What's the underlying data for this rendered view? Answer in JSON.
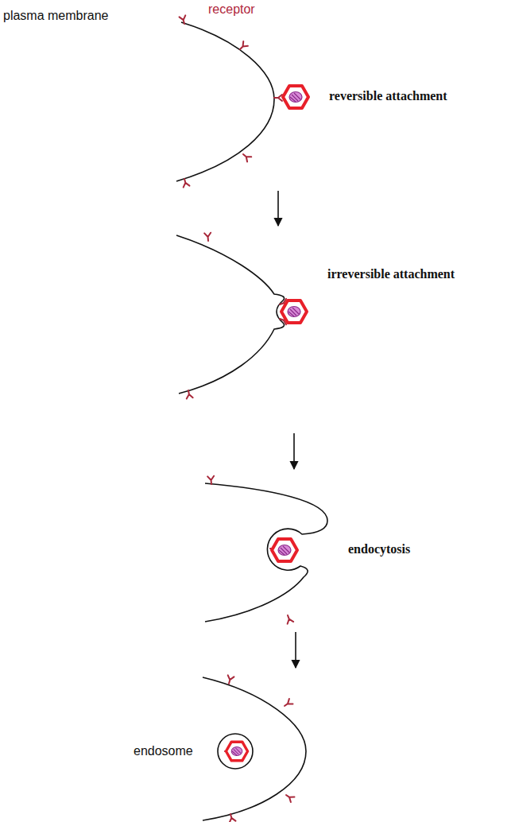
{
  "diagram": {
    "labels": [
      "plasma membrane",
      "receptor",
      "reversible attachment",
      "irreversible attachment",
      "endocytosis",
      "endosome"
    ]
  }
}
